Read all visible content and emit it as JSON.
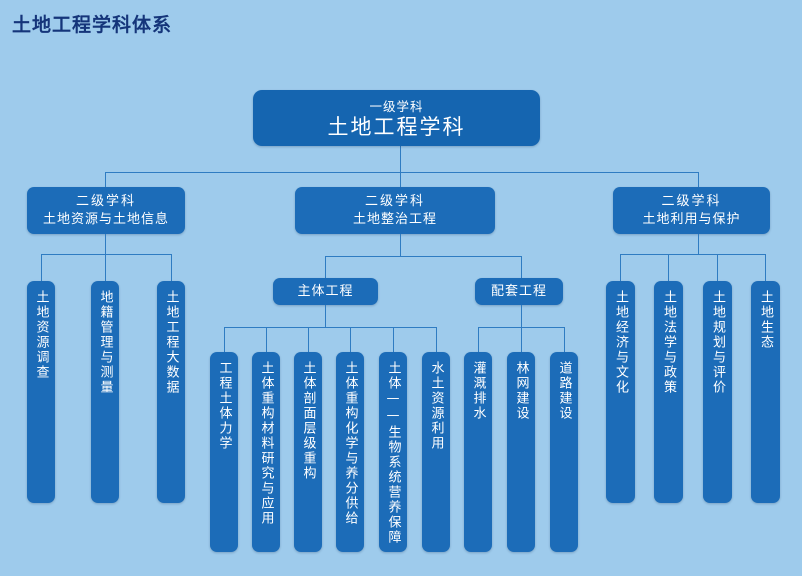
{
  "page": {
    "title": "土地工程学科体系",
    "background_color": "#9ecbec",
    "node_color": "#1c6cb8",
    "line_color": "#2f7cc2",
    "title_color": "#15357a"
  },
  "diagram": {
    "type": "organization-tree",
    "root": {
      "level_label": "一级学科",
      "name": "土地工程学科"
    },
    "branches": [
      {
        "level_label": "二级学科",
        "name": "土地资源与土地信息",
        "leaves": [
          "土地资源调查",
          "地籍管理与测量",
          "土地工程大数据"
        ]
      },
      {
        "level_label": "二级学科",
        "name": "土地整治工程",
        "groups": [
          {
            "name": "主体工程",
            "leaves": [
              "工程土体力学",
              "土体重构材料研究与应用",
              "土体剖面层级重构",
              "土体重构化学与养分供给",
              "土体——生物系统营养保障",
              "水土资源利用"
            ]
          },
          {
            "name": "配套工程",
            "leaves": [
              "灌溉排水",
              "林网建设",
              "道路建设"
            ]
          }
        ]
      },
      {
        "level_label": "二级学科",
        "name": "土地利用与保护",
        "leaves": [
          "土地经济与文化",
          "土地法学与政策",
          "土地规划与评价",
          "土地生态"
        ]
      }
    ]
  }
}
